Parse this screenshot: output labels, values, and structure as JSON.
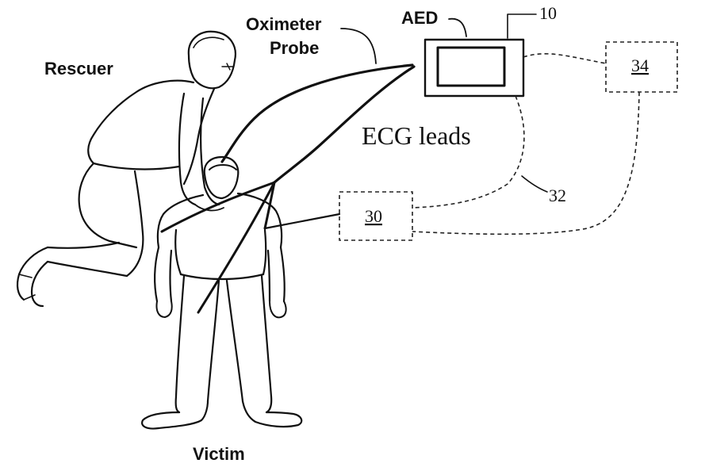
{
  "labels": {
    "rescuer": "Rescuer",
    "victim": "Victim",
    "oximeter_line1": "Oximeter",
    "oximeter_line2": "Probe",
    "aed": "AED",
    "ecg_leads": "ECG leads",
    "ref_10": "10",
    "ref_30": "30",
    "ref_32": "32",
    "ref_34": "34"
  }
}
